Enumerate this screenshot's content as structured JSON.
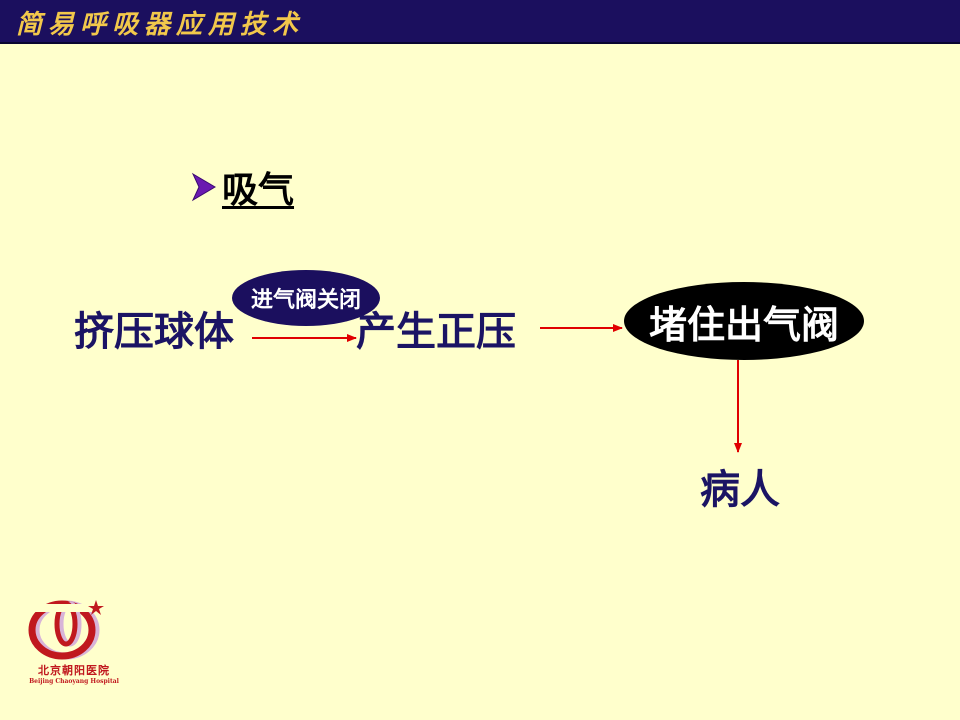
{
  "header": {
    "title": "简易呼吸器应用技术"
  },
  "bullet": {
    "text": "吸气"
  },
  "diagram": {
    "node_squeeze": "挤压球体",
    "label_valve_close": "进气阀关闭",
    "node_positive_pressure": "产生正压",
    "node_block_outlet": "堵住出气阀",
    "node_patient": "病人"
  },
  "logo": {
    "name": "北京朝阳医院",
    "english": "Beijing Chaoyang Hospital"
  },
  "colors": {
    "background": "#FFFFCC",
    "header_bg": "#1B0F5E",
    "header_text": "#F2C84B",
    "node_text": "#1B1464",
    "arrow": "#E00000",
    "bullet_arrow": "#6A1AB0"
  }
}
